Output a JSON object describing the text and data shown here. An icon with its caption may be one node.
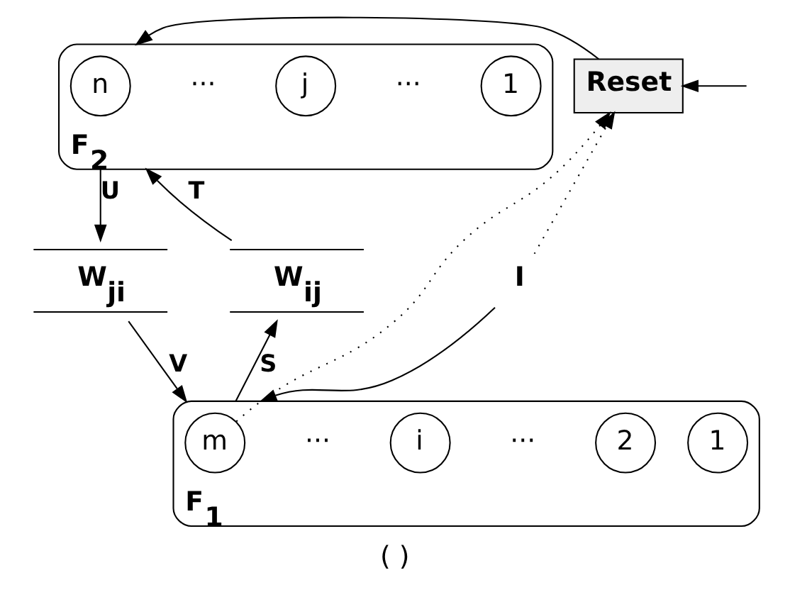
{
  "diagram": {
    "caption": "( )",
    "nodes": [
      {
        "text": [
          "F$_{2}$"
        ]
      },
      {
        "text": [
          "1"
        ],
        "in": 0
      },
      {
        "text": [
          "j"
        ],
        "in": 0
      },
      {
        "text": [
          "n"
        ],
        "in": 0
      },
      {
        "text": [
          "F$_{1}$"
        ]
      },
      {
        "text": [
          "1"
        ],
        "in": 4
      },
      {
        "text": [
          "2"
        ],
        "in": 4
      },
      {
        "text": [
          "i"
        ],
        "in": 4
      },
      {
        "text": [
          "m"
        ],
        "in": 4
      },
      {
        "text": [
          "Reset"
        ]
      },
      {
        "text": [
          "W$_{ji}$"
        ]
      },
      {
        "text": [
          "W$_{ij}$"
        ]
      },
      {
        "text": [
          "I"
        ]
      }
    ],
    "edges": [
      {
        "from": 0,
        "to": 10,
        "arrow": "to",
        "label": "U"
      },
      {
        "from": 10,
        "to": 4,
        "arrow": "to",
        "label": "V"
      },
      {
        "from": 4,
        "to": 11,
        "arrow": "to",
        "label": "S"
      },
      {
        "from": 11,
        "to": 0,
        "arrow": "to",
        "label": "T"
      },
      {
        "from": 9,
        "to": 0,
        "arrow": "to"
      },
      {
        "from": null,
        "to": 9,
        "arrow": "to"
      },
      {
        "from": 8,
        "to": 9,
        "arrow": "to",
        "style": "dashed"
      },
      {
        "from": 12,
        "to": 4,
        "arrow": "to"
      },
      {
        "from": 12,
        "to": 9,
        "arrow": "to",
        "style": "dashed"
      }
    ],
    "labels": [
      "···",
      "···",
      "···",
      "···"
    ]
  }
}
